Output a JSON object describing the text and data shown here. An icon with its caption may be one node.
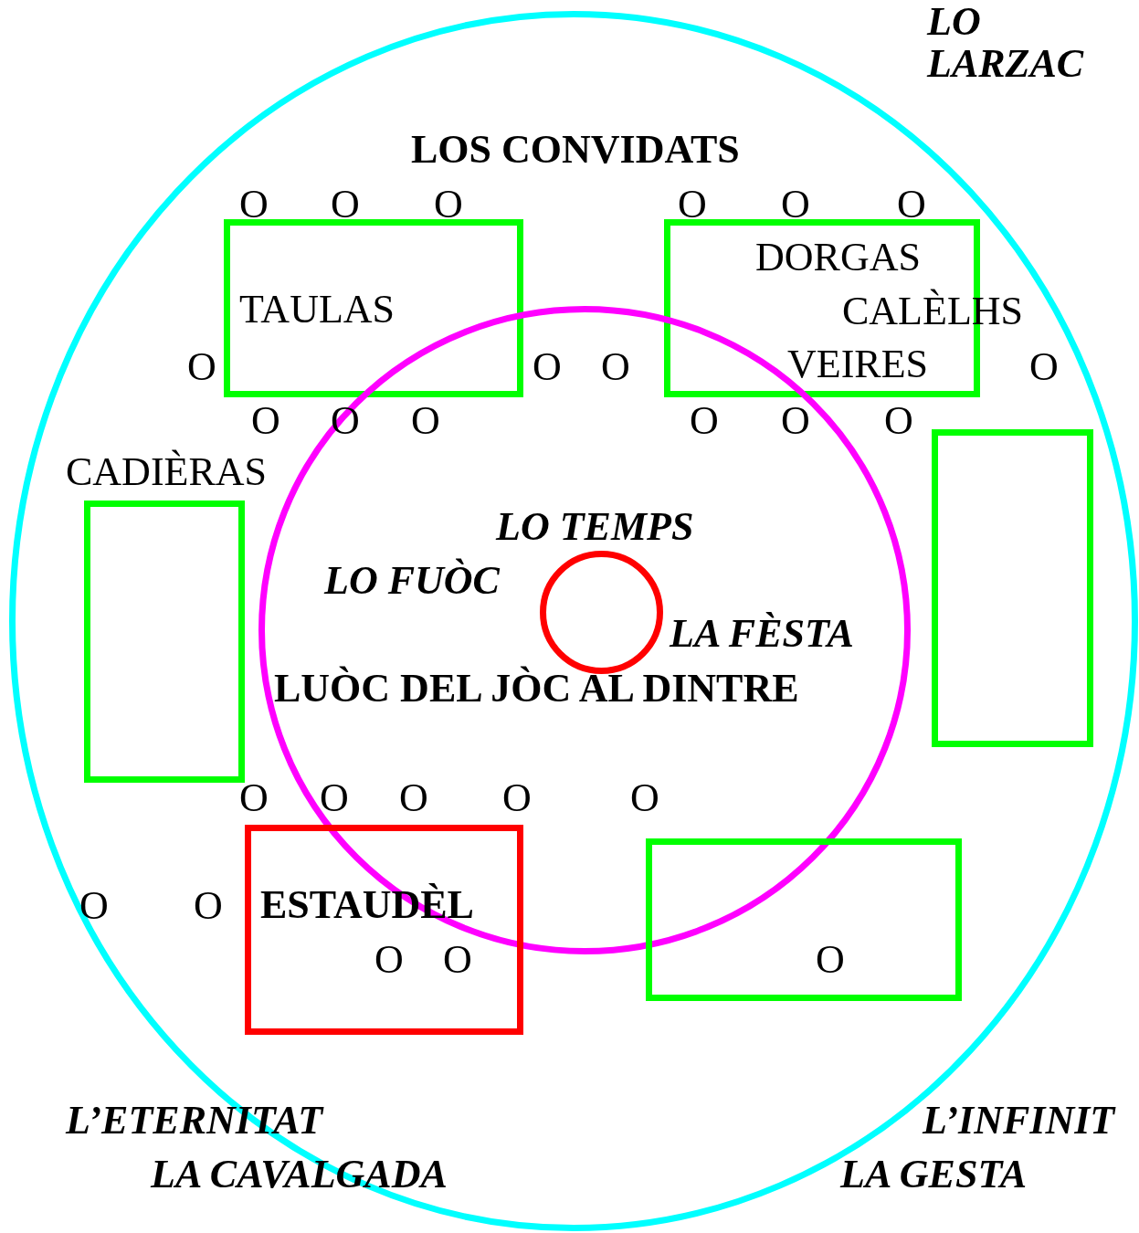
{
  "diagram": {
    "nodes": [
      {
        "text": [],
        "shape": "circle"
      },
      {
        "text": [
          "TAULAS"
        ],
        "in": 0
      },
      {
        "text": [
          "DORGAS",
          "CALÈLHS",
          "VEIRES"
        ],
        "in": 0
      },
      {
        "text": [
          "LUÒC DEL JÒC AL DINTRE"
        ],
        "in": 0
      },
      {
        "text": [],
        "shape": "circle",
        "in": 3
      },
      {
        "text": [],
        "shape": "box",
        "in": 0
      },
      {
        "text": [],
        "shape": "box",
        "in": 0
      },
      {
        "text": [
          "ESTAUDÈL"
        ],
        "in": 0
      },
      {
        "text": [],
        "shape": "box",
        "in": 0
      }
    ],
    "edges": [],
    "labels": [
      "LO",
      "LARZAC",
      "LOS CONVIDATS",
      "O",
      "O",
      "O",
      "O",
      "O",
      "O",
      "O",
      "O",
      "O",
      "O",
      "O",
      "O",
      "O",
      "O",
      "O",
      "O",
      "CADIÈRAS",
      "LO TEMPS",
      "LO FUÒC",
      "LA FÈSTA",
      "O",
      "O",
      "O",
      "O",
      "O",
      "O",
      "O",
      "O",
      "O",
      "O",
      "L’ETERNITAT",
      "LA CAVALGADA",
      "L’INFINIT",
      "LA GESTA"
    ]
  }
}
